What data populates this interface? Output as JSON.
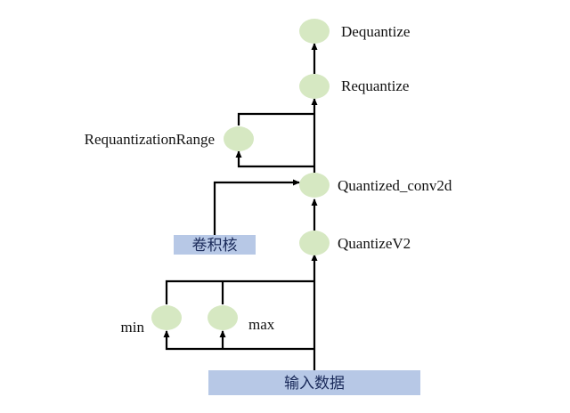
{
  "nodes": {
    "dequantize": "Dequantize",
    "requantize": "Requantize",
    "requantization_range": "RequantizationRange",
    "quantized_conv2d": "Quantized_conv2d",
    "quantize_v2": "QuantizeV2",
    "min": "min",
    "max": "max"
  },
  "inputs": {
    "kernel": "卷积核",
    "input_data": "输入数据"
  },
  "colors": {
    "node_fill": "#d6e8c2",
    "box_fill": "#b7c8e6",
    "line": "#000000"
  }
}
